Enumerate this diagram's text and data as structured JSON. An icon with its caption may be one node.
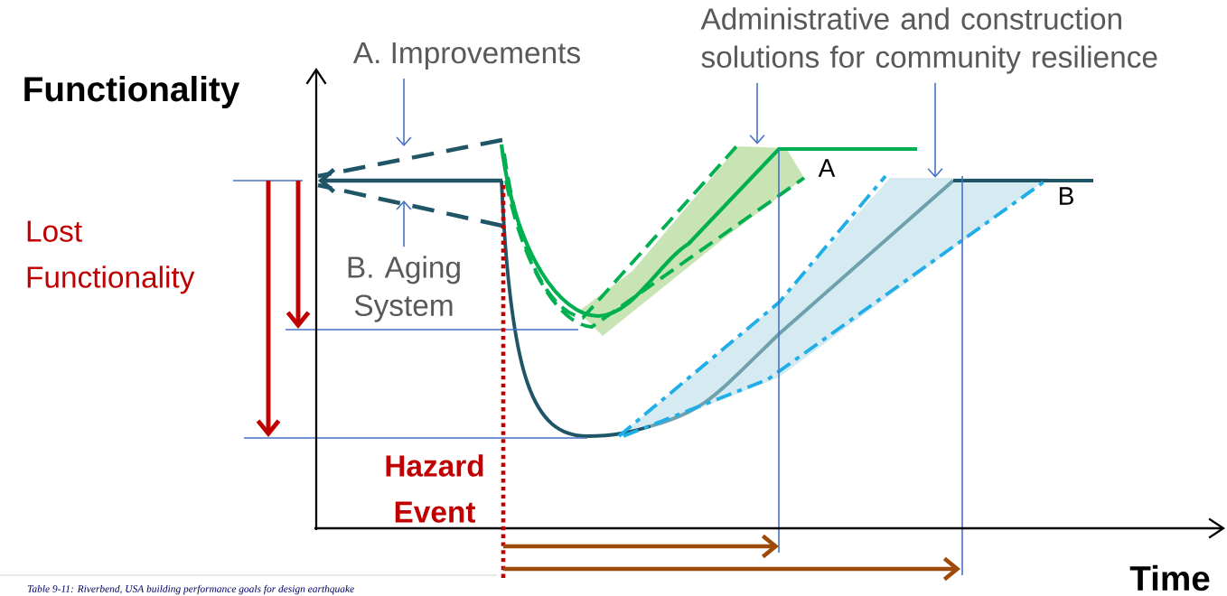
{
  "diagram": {
    "caption": "Table 9-11: Riverbend, USA building performance goals for design earthquake",
    "nodes": [
      {
        "text": [
          "A. Improvements"
        ]
      },
      {
        "text": [
          "B. Aging System"
        ]
      },
      {
        "text": [
          "Administrative and construction solutions for community resilience"
        ]
      },
      {
        "text": [],
        "shape": "band"
      },
      {
        "text": [],
        "shape": "band"
      }
    ],
    "edges": [
      {
        "from": 0,
        "to": null,
        "arrow": "to"
      },
      {
        "from": 1,
        "to": null,
        "arrow": "to"
      },
      {
        "from": 2,
        "to": 3,
        "arrow": "to"
      },
      {
        "from": 2,
        "to": 4,
        "arrow": "to"
      }
    ],
    "labels": [
      "Functionality",
      "Lost Functionality",
      "A",
      "B",
      "Hazard Event",
      "Time"
    ]
  }
}
